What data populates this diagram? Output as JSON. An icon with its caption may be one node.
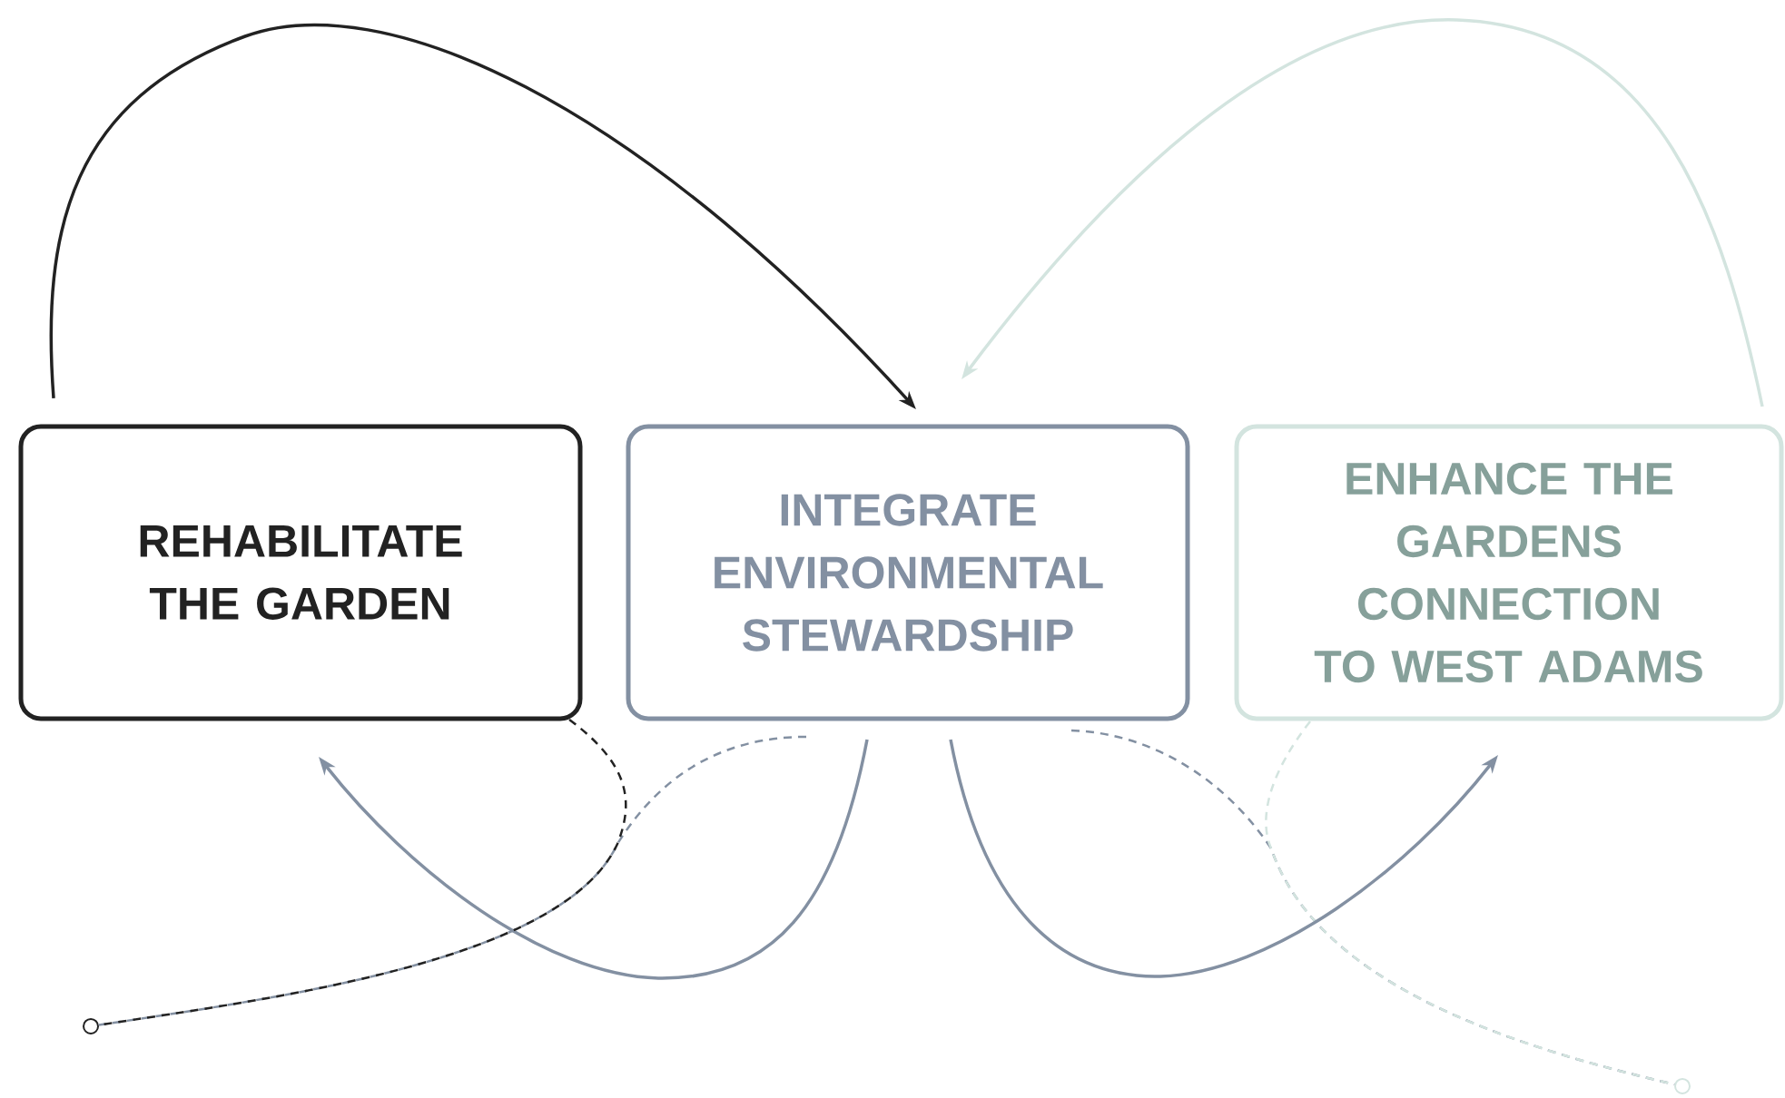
{
  "diagram": {
    "nodes": [
      {
        "text": [
          "REHABILITATE THE GARDEN"
        ]
      },
      {
        "text": [
          "INTEGRATE ENVIRONMENTAL STEWARDSHIP"
        ]
      },
      {
        "text": [
          "ENHANCE THE GARDENS CONNECTION TO WEST ADAMS"
        ]
      },
      {
        "text": [],
        "shape": "circle"
      },
      {
        "text": [],
        "shape": "circle"
      }
    ],
    "edges": [
      {
        "from": 0,
        "to": 1,
        "arrow": "to",
        "color": "#222222"
      },
      {
        "from": 2,
        "to": 1,
        "arrow": "to",
        "color": "#d3e4df"
      },
      {
        "from": 1,
        "to": 0,
        "arrow": "to"
      },
      {
        "from": 1,
        "to": 2,
        "arrow": "to"
      },
      {
        "from": 0,
        "to": 3,
        "arrow": "none",
        "style": "dashed",
        "color": "#222222"
      },
      {
        "from": 1,
        "to": 3,
        "arrow": "none",
        "style": "dashed"
      },
      {
        "from": 1,
        "to": 4,
        "arrow": "none",
        "style": "dashed"
      },
      {
        "from": 2,
        "to": 4,
        "arrow": "none",
        "style": "dashed",
        "color": "#d3e4df"
      }
    ]
  }
}
